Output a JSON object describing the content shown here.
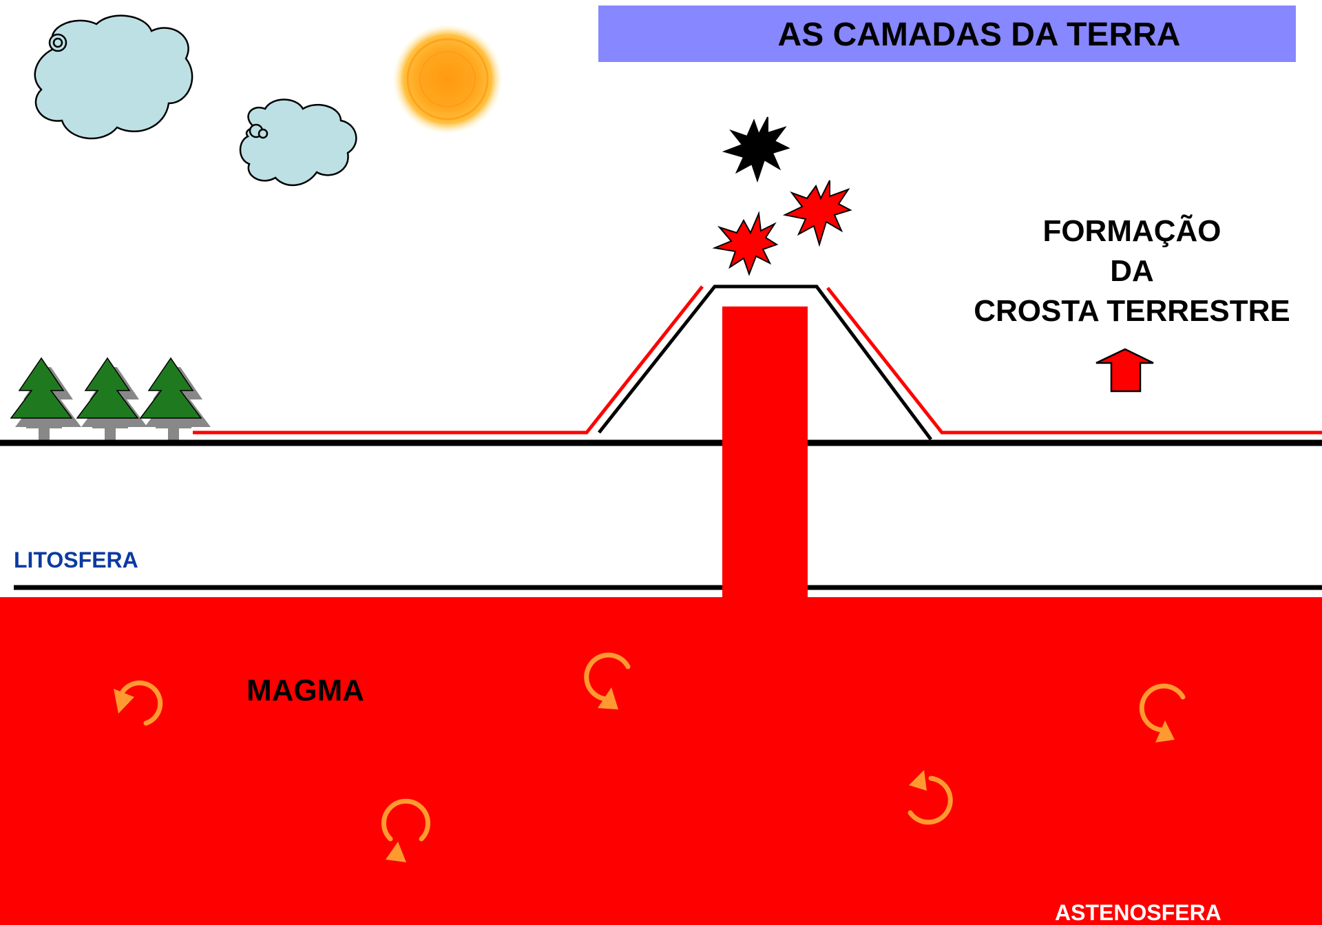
{
  "title": "AS CAMADAS DA TERRA",
  "formation_label": {
    "line1": "FORMAÇÃO",
    "line2": "DA",
    "line3": "CROSTA TERRESTRE"
  },
  "lithosphere_label": "LITOSFERA",
  "magma_label": "MAGMA",
  "asthenosphere_label": "ASTENOSFERA",
  "colors": {
    "title_banner": "#8787ff",
    "magma": "#ff0000",
    "lithosphere_text": "#0b3aa0",
    "asthenosphere_text": "#ffffff",
    "tree": "#1f7a1f",
    "cloud": "#bde0e4",
    "sun": "#ffa21a",
    "ground_line": "#000000",
    "crust_line": "#ff0000"
  },
  "icons": {
    "sun": "sun-icon",
    "cloud": "cloud-icon",
    "tree": "tree-icon",
    "explosion": "explosion-icon",
    "arrow": "arrow-up-icon",
    "convection": "convection-swirl-icon"
  }
}
